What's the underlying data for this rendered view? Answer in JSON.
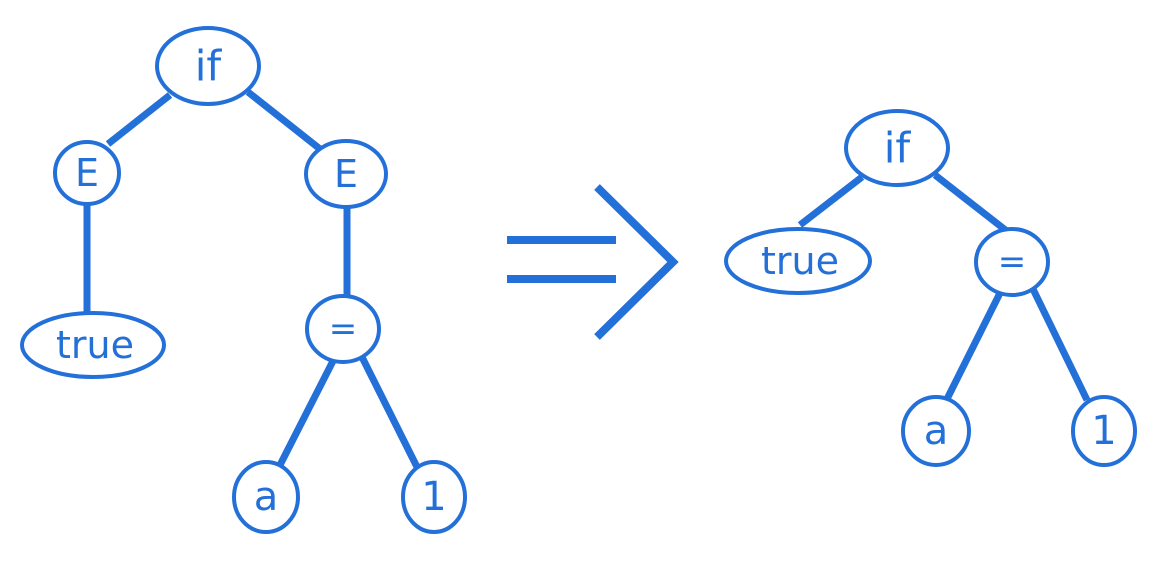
{
  "colors": {
    "stroke": "#2370d8",
    "background": "#ffffff"
  },
  "trees": {
    "before": {
      "root": "if",
      "left_wrapper": "E",
      "right_wrapper": "E",
      "condition": "true",
      "operator": "=",
      "left_operand": "a",
      "right_operand": "1"
    },
    "after": {
      "root": "if",
      "condition": "true",
      "operator": "=",
      "left_operand": "a",
      "right_operand": "1"
    }
  },
  "transform_arrow": "rewrite-arrow"
}
